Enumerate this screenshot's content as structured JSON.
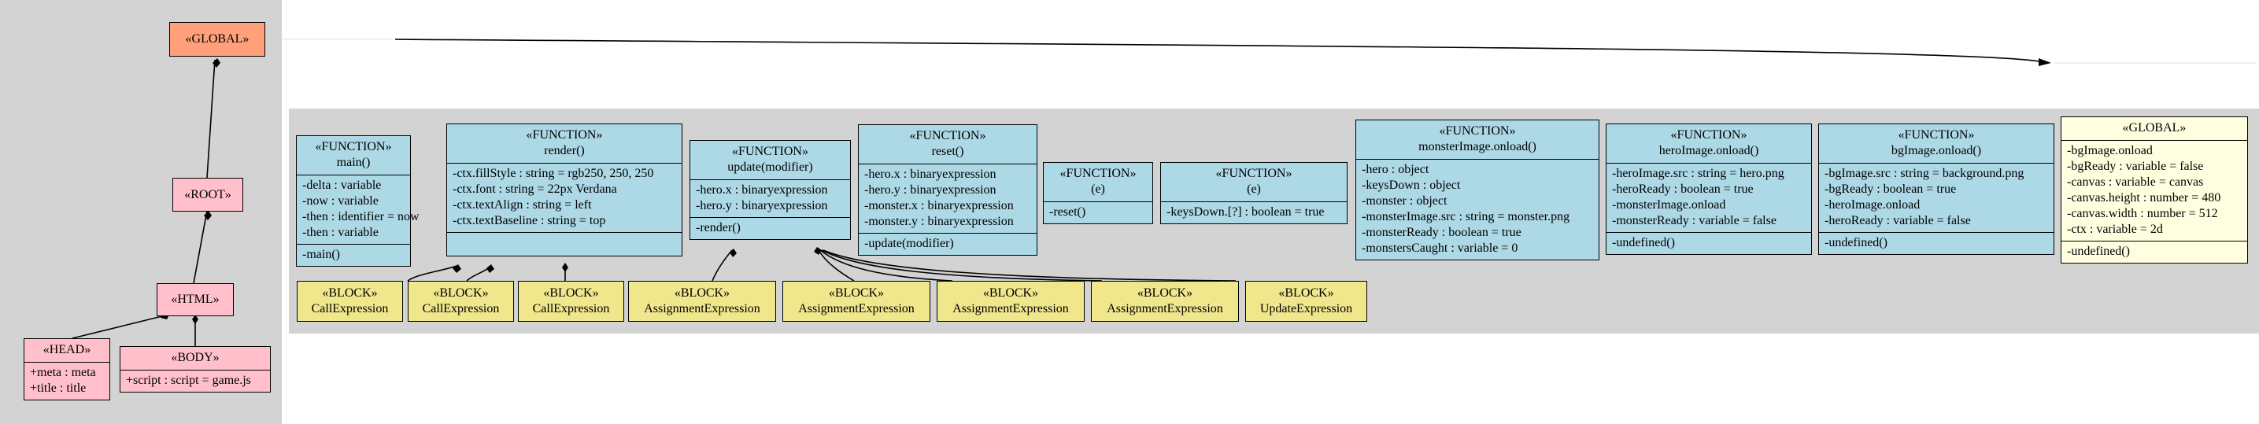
{
  "left": {
    "global": "«GLOBAL»",
    "root": "«ROOT»",
    "html": "«HTML»",
    "head": {
      "title": "«HEAD»",
      "attrs": [
        "+meta : meta",
        "+title : title"
      ]
    },
    "body": {
      "title": "«BODY»",
      "attrs": [
        "+script : script = game.js"
      ]
    }
  },
  "functions": [
    {
      "stereo": "«FUNCTION»",
      "name": "main()",
      "attrs": [
        "-delta : variable",
        "-now : variable",
        "-then : identifier = now",
        "-then : variable"
      ],
      "ops": [
        "-main()"
      ]
    },
    {
      "stereo": "«FUNCTION»",
      "name": "render()",
      "attrs": [
        "-ctx.fillStyle : string = rgb250, 250, 250",
        "-ctx.font : string = 22px Verdana",
        "-ctx.textAlign : string = left",
        "-ctx.textBaseline : string = top"
      ],
      "ops": []
    },
    {
      "stereo": "«FUNCTION»",
      "name": "update(modifier)",
      "attrs": [
        "-hero.x : binaryexpression",
        "-hero.y : binaryexpression"
      ],
      "ops": [
        "-render()"
      ]
    },
    {
      "stereo": "«FUNCTION»",
      "name": "reset()",
      "attrs": [
        "-hero.x : binaryexpression",
        "-hero.y : binaryexpression",
        "-monster.x : binaryexpression",
        "-monster.y : binaryexpression"
      ],
      "ops": [
        "-update(modifier)"
      ]
    },
    {
      "stereo": "«FUNCTION»",
      "name": "(e)",
      "attrs": [],
      "ops": [
        "-reset()"
      ]
    },
    {
      "stereo": "«FUNCTION»",
      "name": "(e)",
      "attrs": [],
      "ops": [
        "-keysDown.[?] : boolean = true"
      ]
    },
    {
      "stereo": "«FUNCTION»",
      "name": "monsterImage.onload()",
      "attrs": [],
      "ops": [
        "-hero : object",
        "-keysDown : object",
        "-monster : object",
        "-monsterImage.src : string = monster.png",
        "-monsterReady : boolean = true",
        "-monstersCaught : variable = 0"
      ]
    },
    {
      "stereo": "«FUNCTION»",
      "name": "heroImage.onload()",
      "attrs": [
        "-heroImage.src : string = hero.png",
        "-heroReady : boolean = true",
        "-monsterImage.onload",
        "-monsterReady : variable = false"
      ],
      "ops": [
        "-undefined()"
      ]
    },
    {
      "stereo": "«FUNCTION»",
      "name": "bgImage.onload()",
      "attrs": [
        "-bgImage.src : string = background.png",
        "-bgReady : boolean = true",
        "-heroImage.onload",
        "-heroReady : variable = false"
      ],
      "ops": [
        "-undefined()"
      ]
    }
  ],
  "global_box": {
    "stereo": "«GLOBAL»",
    "attrs": [
      "-bgImage.onload",
      "-bgReady : variable = false",
      "-canvas : variable = canvas",
      "-canvas.height : number = 480",
      "-canvas.width : number = 512",
      "-ctx : variable = 2d"
    ],
    "ops": [
      "-undefined()"
    ]
  },
  "blocks": [
    {
      "stereo": "«BLOCK»",
      "name": "CallExpression"
    },
    {
      "stereo": "«BLOCK»",
      "name": "CallExpression"
    },
    {
      "stereo": "«BLOCK»",
      "name": "CallExpression"
    },
    {
      "stereo": "«BLOCK»",
      "name": "AssignmentExpression"
    },
    {
      "stereo": "«BLOCK»",
      "name": "AssignmentExpression"
    },
    {
      "stereo": "«BLOCK»",
      "name": "AssignmentExpression"
    },
    {
      "stereo": "«BLOCK»",
      "name": "AssignmentExpression"
    },
    {
      "stereo": "«BLOCK»",
      "name": "UpdateExpression"
    }
  ],
  "colors": {
    "function": "#add8e6",
    "block": "#f0e68c",
    "global": "#ffffe0",
    "global_left": "#ffa07a",
    "html_nodes": "#ffc0cb",
    "cluster": "#d3d3d3"
  }
}
